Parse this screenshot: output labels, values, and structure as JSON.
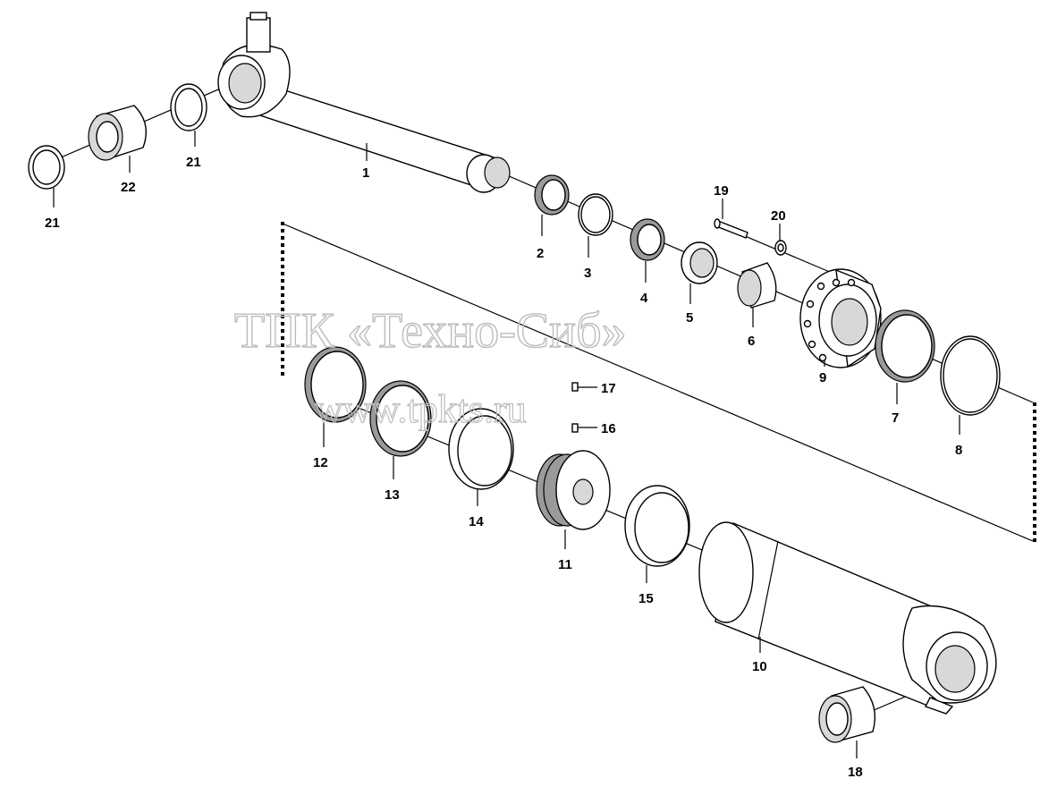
{
  "watermark": {
    "line1": "ТПК «Техно-Сиб»",
    "line2": "www.tpkts.ru"
  },
  "callouts": [
    {
      "id": "p1",
      "text": "1"
    },
    {
      "id": "p2",
      "text": "2"
    },
    {
      "id": "p3",
      "text": "3"
    },
    {
      "id": "p4",
      "text": "4"
    },
    {
      "id": "p5",
      "text": "5"
    },
    {
      "id": "p6",
      "text": "6"
    },
    {
      "id": "p7",
      "text": "7"
    },
    {
      "id": "p8",
      "text": "8"
    },
    {
      "id": "p9",
      "text": "9"
    },
    {
      "id": "p10",
      "text": "10"
    },
    {
      "id": "p11",
      "text": "11"
    },
    {
      "id": "p12",
      "text": "12"
    },
    {
      "id": "p13",
      "text": "13"
    },
    {
      "id": "p14",
      "text": "14"
    },
    {
      "id": "p15",
      "text": "15"
    },
    {
      "id": "p16",
      "text": "16"
    },
    {
      "id": "p17",
      "text": "17"
    },
    {
      "id": "p18",
      "text": "18"
    },
    {
      "id": "p19",
      "text": "19"
    },
    {
      "id": "p20",
      "text": "20"
    },
    {
      "id": "p21a",
      "text": "21"
    },
    {
      "id": "p21b",
      "text": "21"
    },
    {
      "id": "p22",
      "text": "22"
    }
  ]
}
